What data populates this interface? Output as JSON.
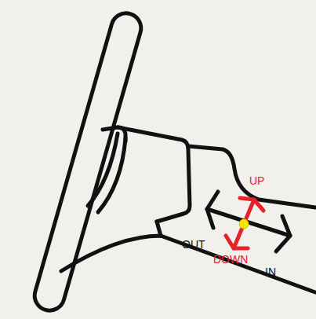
{
  "diagram": {
    "labels": [
      "UP",
      "OUT",
      "DOWN",
      "IN"
    ]
  }
}
